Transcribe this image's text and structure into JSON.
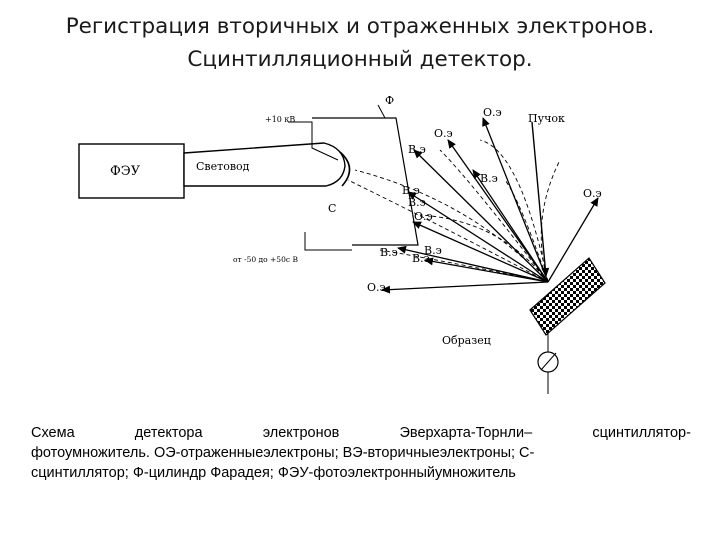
{
  "title": {
    "line1": "Регистрация вторичных и отраженных электронов.",
    "line2": "Сцинтилляционный детектор."
  },
  "diagram": {
    "labels": {
      "pmt": "ФЭУ",
      "lightguide": "Световод",
      "voltage_top": "+10 кВ",
      "faraday": "Ф",
      "scintillator": "С",
      "bias": "от -50 до +50с В",
      "beam": "Пучок",
      "sample": "Образец",
      "oe": "О.э",
      "be": "В.э"
    }
  },
  "caption": {
    "words1": [
      "Схема",
      "детектора",
      "электронов",
      "Эверхарта-Торнли–",
      "сцинтиллятор-"
    ],
    "line2": "фотоумножитель. ОЭ-отраженныеэлектроны; ВЭ-вторичныеэлектроны; С-",
    "line3": "сцинтиллятор; Ф-цилиндр Фарадея; ФЭУ-фотоэлектронныйумножитель"
  }
}
